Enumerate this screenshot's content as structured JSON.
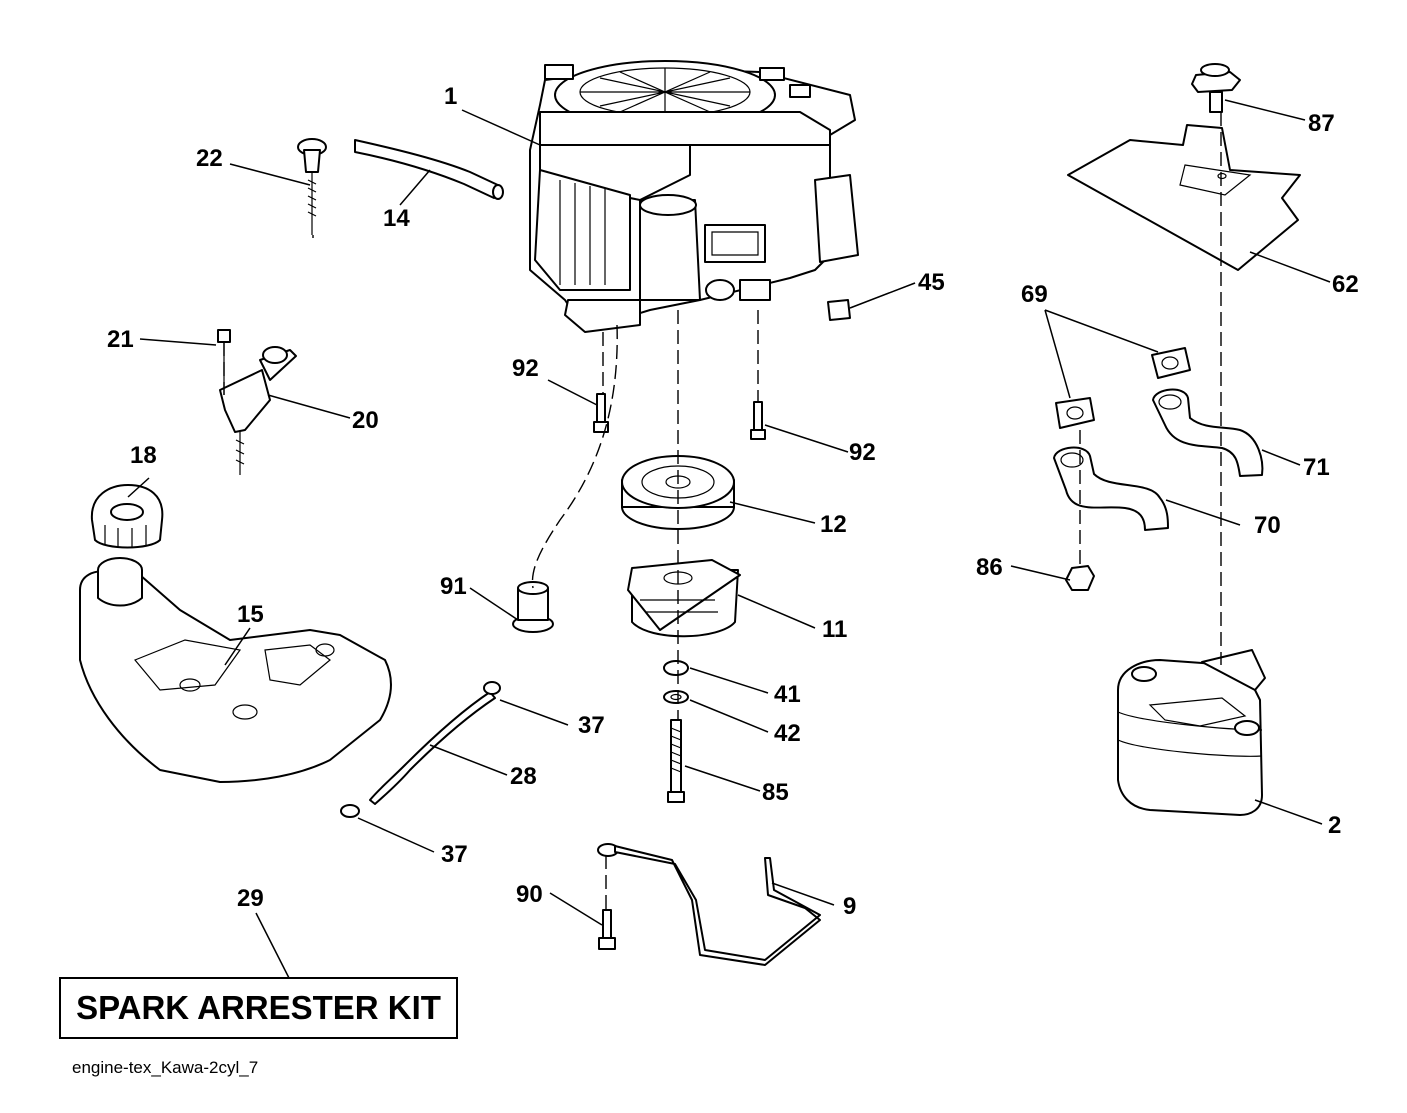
{
  "diagram": {
    "callouts": {
      "c1": "1",
      "c22": "22",
      "c14": "14",
      "c45": "45",
      "c87": "87",
      "c62": "62",
      "c69": "69",
      "c21": "21",
      "c20": "20",
      "c92a": "92",
      "c92b": "92",
      "c18": "18",
      "c12": "12",
      "c71": "71",
      "c70": "70",
      "c15": "15",
      "c91": "91",
      "c11": "11",
      "c86": "86",
      "c41": "41",
      "c37a": "37",
      "c42": "42",
      "c28": "28",
      "c85": "85",
      "c2": "2",
      "c37b": "37",
      "c90": "90",
      "c9": "9",
      "c29": "29"
    },
    "kit_label": "SPARK ARRESTER KIT",
    "footer_id": "engine-tex_Kawa-2cyl_7"
  }
}
